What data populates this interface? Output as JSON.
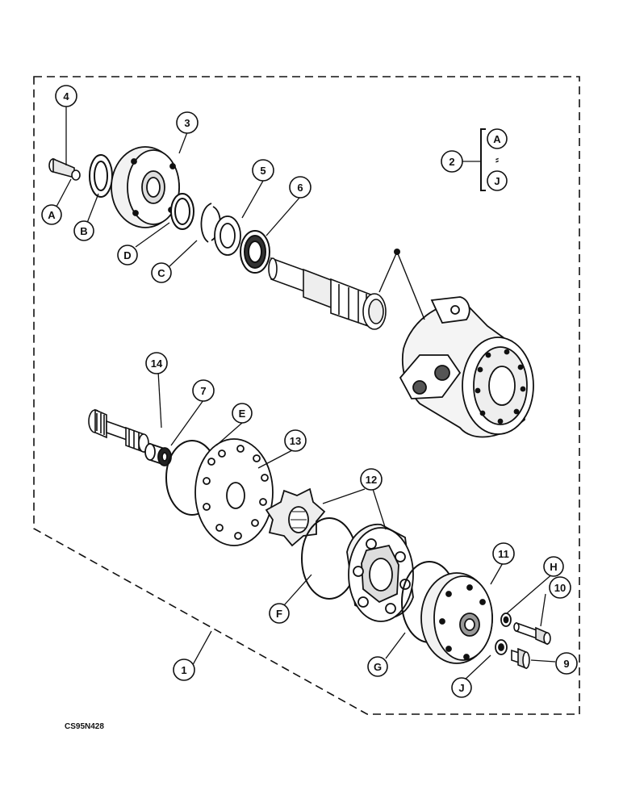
{
  "diagram": {
    "drawing_code": "CS95N428",
    "kit": {
      "number": "2",
      "from": "A",
      "to": "J",
      "separator": "⸗"
    },
    "callouts": [
      "1",
      "3",
      "4",
      "5",
      "6",
      "7",
      "9",
      "10",
      "11",
      "12",
      "13",
      "14",
      "A",
      "B",
      "C",
      "D",
      "E",
      "F",
      "G",
      "H",
      "J"
    ]
  }
}
